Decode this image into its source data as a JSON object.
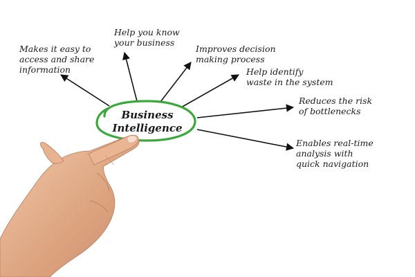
{
  "center": {
    "line1": "Business",
    "line2": "Intelligence",
    "ring_color": "#3aa83a"
  },
  "arrow_color": "#111111",
  "benefits": [
    {
      "lines": [
        "Makes it easy to",
        "access and share",
        "information"
      ]
    },
    {
      "lines": [
        "Help you know",
        "your business"
      ]
    },
    {
      "lines": [
        "Improves decision",
        "making process"
      ]
    },
    {
      "lines": [
        "Help identify",
        "waste in the system"
      ]
    },
    {
      "lines": [
        "Reduces the risk",
        "of bottlenecks"
      ]
    },
    {
      "lines": [
        "Enables real-time",
        "analysis with",
        "quick navigation"
      ]
    }
  ],
  "hand_image": "pointing-hand"
}
